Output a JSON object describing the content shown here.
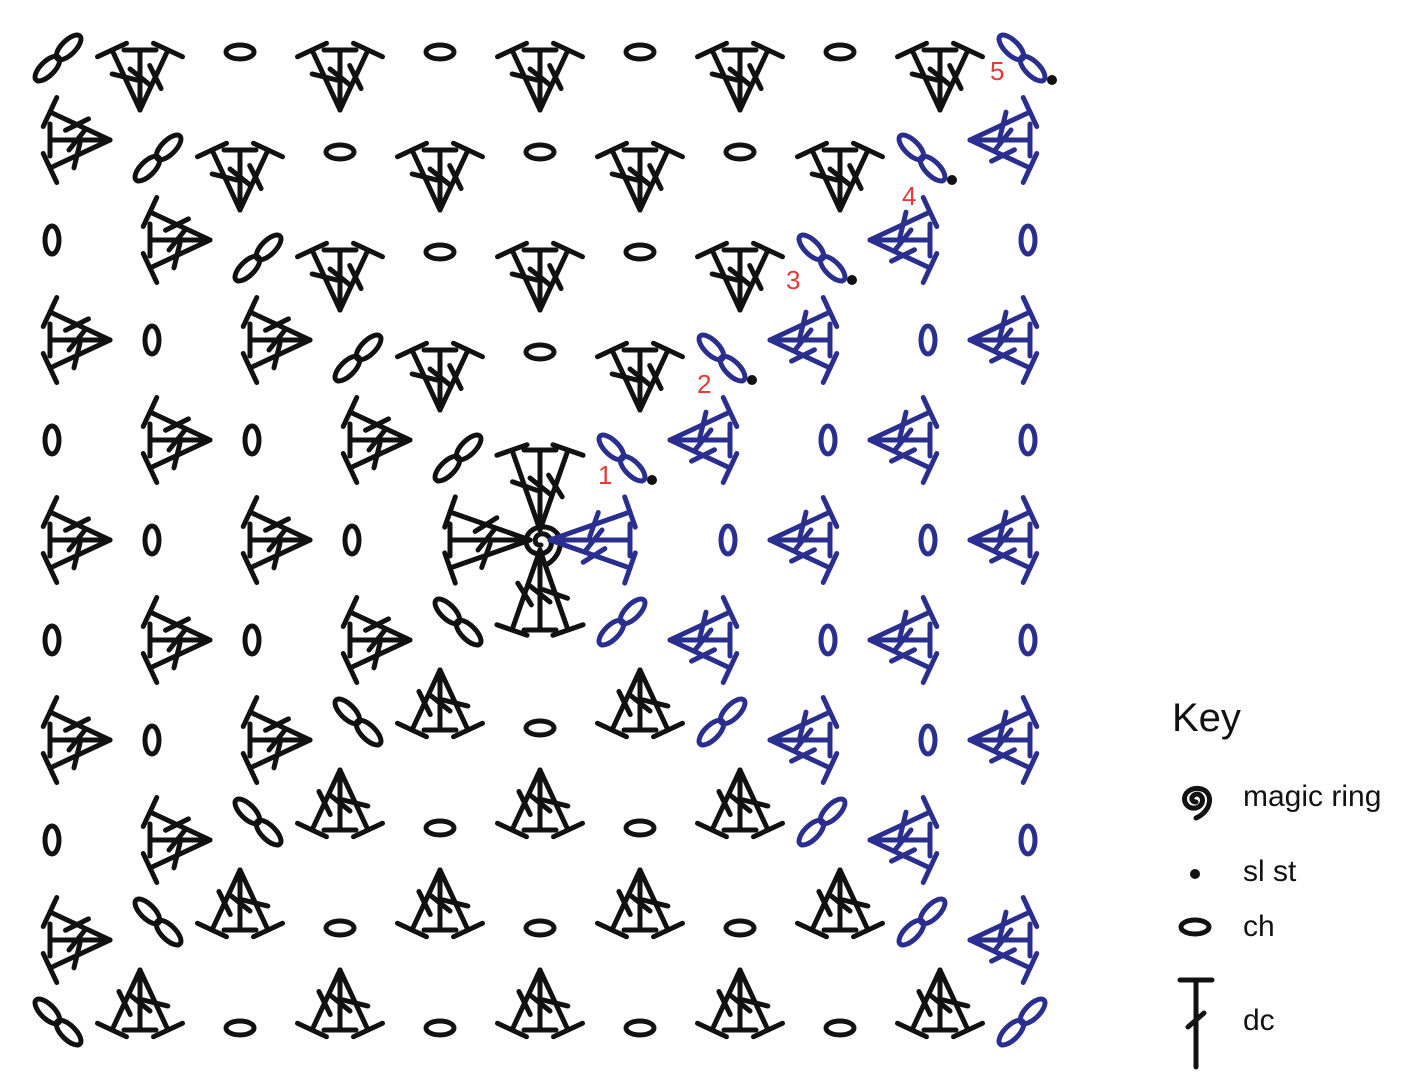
{
  "colors": {
    "current_rounds": "#111111",
    "highlight_round_start": "#2a2f8f",
    "round_numbers": "#e53935"
  },
  "round_labels": [
    "1",
    "2",
    "3",
    "4",
    "5"
  ],
  "key": {
    "title": "Key",
    "items": [
      {
        "icon": "magic-ring-icon",
        "label": "magic ring"
      },
      {
        "icon": "sl-st-icon",
        "label": "sl st"
      },
      {
        "icon": "ch-icon",
        "label": "ch"
      },
      {
        "icon": "dc-icon",
        "label": "dc"
      }
    ]
  }
}
